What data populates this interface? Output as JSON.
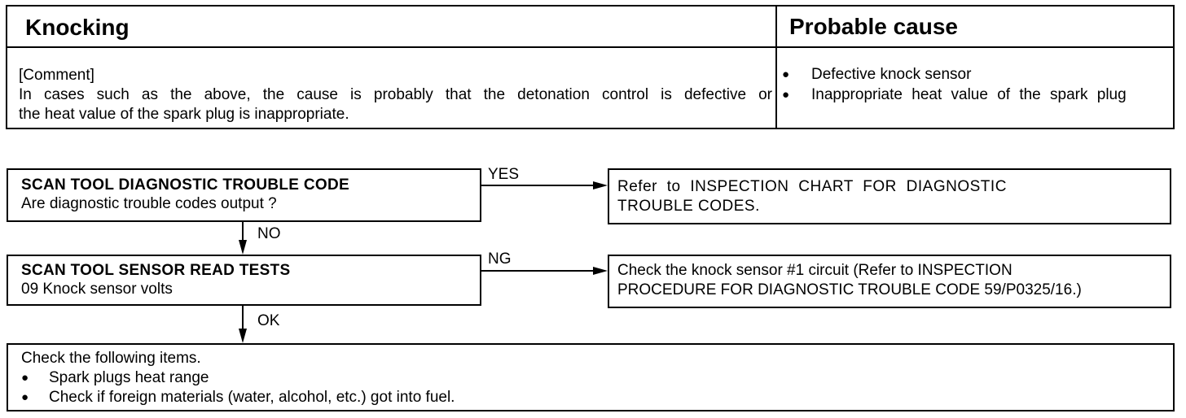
{
  "header": {
    "symptom": "Knocking",
    "probable_cause_heading": "Probable cause",
    "comment": {
      "tag": "[Comment]",
      "line1": "In cases such as the above, the cause is probably that the detonation control is defective or",
      "line2": "the heat value of the spark plug is inappropriate."
    },
    "causes": [
      "Defective knock sensor",
      "Inappropriate heat value of the spark plug"
    ]
  },
  "flow": {
    "step1": {
      "title": "SCAN TOOL DIAGNOSTIC TROUBLE CODE",
      "question": "Are diagnostic trouble codes output ?"
    },
    "yes_label": "YES",
    "yes_result": {
      "line1": "Refer to INSPECTION CHART FOR DIAGNOSTIC",
      "line2": "TROUBLE CODES."
    },
    "no_label": "NO",
    "step2": {
      "title": "SCAN TOOL SENSOR READ TESTS",
      "item": "09 Knock sensor volts"
    },
    "ng_label": "NG",
    "ng_result": {
      "line1": "Check the knock sensor #1 circuit (Refer to INSPECTION",
      "line2": "PROCEDURE FOR DIAGNOSTIC TROUBLE CODE 59/P0325/16.)"
    },
    "ok_label": "OK",
    "final": {
      "intro": "Check the following items.",
      "items": [
        "Spark plugs heat range",
        "Check if foreign materials (water, alcohol, etc.) got into fuel."
      ]
    }
  }
}
